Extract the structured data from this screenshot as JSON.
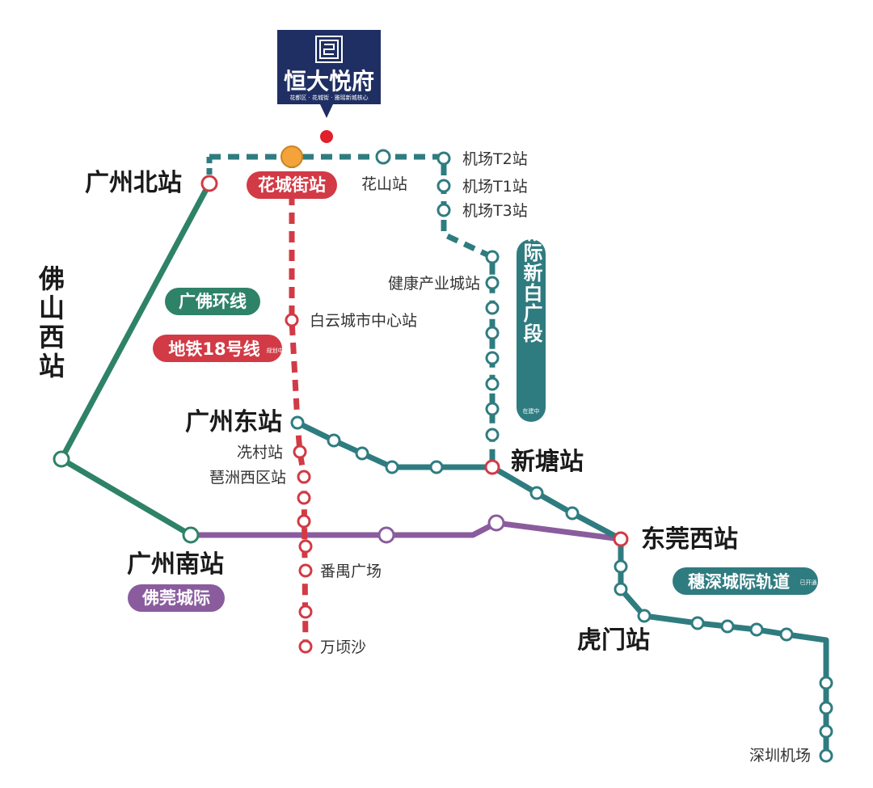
{
  "brand": {
    "name": "恒大悦府",
    "tagline": "花都区 · 花城街 · 雅瑶新城核心",
    "logo_color": "#1f2f63"
  },
  "colors": {
    "guangfo": "#2e8268",
    "metro18": "#d23a45",
    "suishen_xinbai": "#2f7c80",
    "suishen": "#2f7c80",
    "foguan": "#8a5c9e",
    "station_fill": "#ffffff",
    "interchange": "#f3a33a",
    "project_dot": "#e0202a"
  },
  "lines": {
    "guangfo": "广佛环线",
    "metro18": "地铁18号线",
    "metro18_note": "规划中",
    "suishen_xinbai": "穗深城际新白广段",
    "suishen_xinbai_note": "在建中",
    "suishen": "穗深城际轨道",
    "suishen_note": "已开通",
    "foguan": "佛莞城际"
  },
  "stations": {
    "guangzhou_north": "广州北站",
    "huachengjie": "花城街站",
    "huashan": "花山站",
    "airport_t2": "机场T2站",
    "airport_t1": "机场T1站",
    "airport_t3": "机场T3站",
    "jiankang": "健康产业城站",
    "baiyun_center": "白云城市中心站",
    "foshan_west": "佛山西站",
    "guangzhou_east": "广州东站",
    "xiancun": "冼村站",
    "pazhou_west": "琶洲西区站",
    "xintang": "新塘站",
    "dongguan_west": "东莞西站",
    "guangzhou_south": "广州南站",
    "panyu_square": "番禺广场",
    "wanqingsha": "万顷沙",
    "humen": "虎门站",
    "shenzhen_airport": "深圳机场"
  }
}
